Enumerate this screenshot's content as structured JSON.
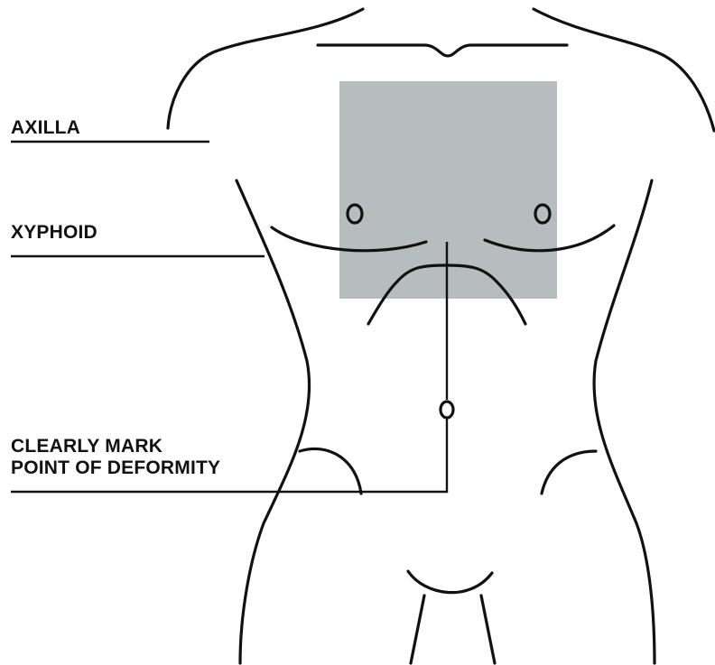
{
  "labels": {
    "axilla": "AXILLA",
    "xyphoid": "XYPHOID",
    "deformity_line1": "CLEARLY MARK",
    "deformity_line2": "POINT OF DEFORMITY"
  },
  "colors": {
    "outline": "#111111",
    "scan_region": "#b7bcbf",
    "background": "#ffffff"
  }
}
